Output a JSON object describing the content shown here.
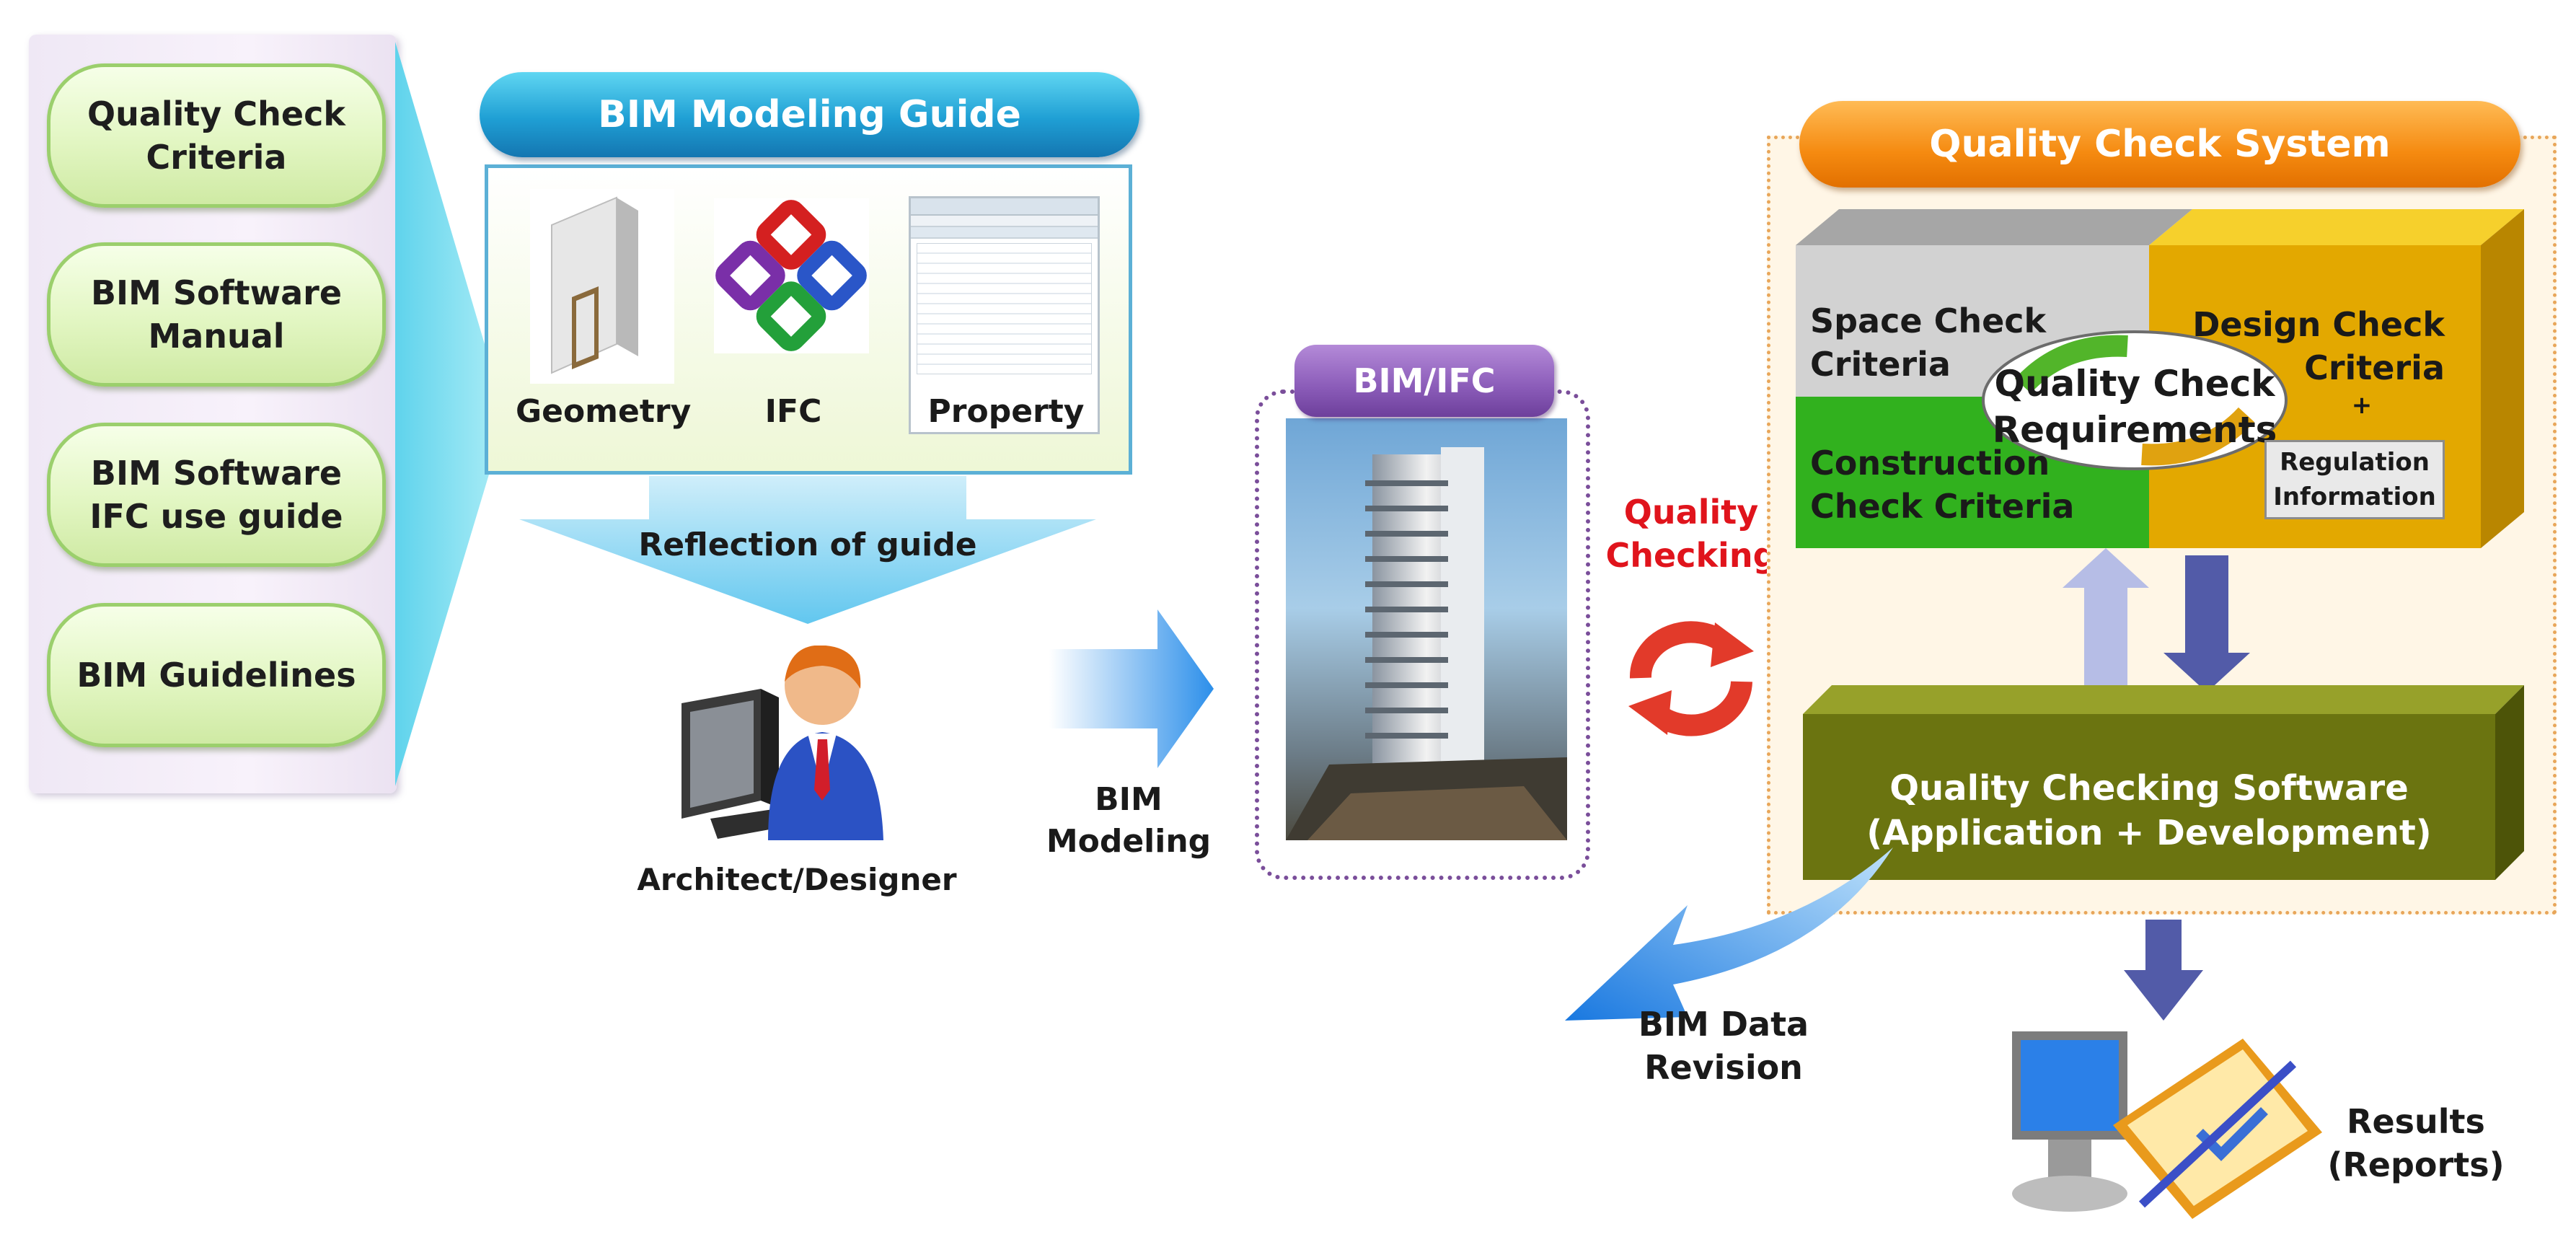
{
  "sidebar": {
    "items": [
      {
        "line1": "Quality Check",
        "line2": "Criteria"
      },
      {
        "line1": "BIM Software",
        "line2": "Manual"
      },
      {
        "line1": "BIM Software",
        "line2": "IFC use guide"
      },
      {
        "line1": "BIM Guidelines",
        "line2": ""
      }
    ]
  },
  "guide": {
    "title": "BIM Modeling Guide",
    "geometry_label": "Geometry",
    "ifc_label": "IFC",
    "property_label": "Property",
    "reflection_label": "Reflection of guide"
  },
  "designer": {
    "label": "Architect/Designer"
  },
  "modeling": {
    "line1": "BIM",
    "line2": "Modeling"
  },
  "bim_ifc": {
    "label": "BIM/IFC"
  },
  "checking": {
    "line1": "Quality",
    "line2": "Checking",
    "color": "#e0141c"
  },
  "revision": {
    "line1": "BIM Data",
    "line2": "Revision"
  },
  "qcs": {
    "title": "Quality Check System",
    "space": {
      "line1": "Space Check",
      "line2": "Criteria"
    },
    "design": {
      "line1": "Design Check",
      "line2": "Criteria",
      "plus": "+"
    },
    "construction": {
      "line1": "Construction",
      "line2": "Check Criteria"
    },
    "requirements": {
      "line1": "Quality Check",
      "line2": "Requirements"
    },
    "regulation": {
      "line1": "Regulation",
      "line2": "Information"
    },
    "software": {
      "line1": "Quality Checking Software",
      "line2": "(Application + Development)"
    }
  },
  "results": {
    "line1": "Results",
    "line2": "(Reports)"
  },
  "colors": {
    "guide_blue": "#1f9fd4",
    "qcs_orange": "#f58a10",
    "pill_green": "#cfeaa4",
    "software_olive": "#6b7410",
    "design_yellow": "#e3a800",
    "construction_green": "#2fae1e",
    "space_gray": "#c9c9c9"
  }
}
